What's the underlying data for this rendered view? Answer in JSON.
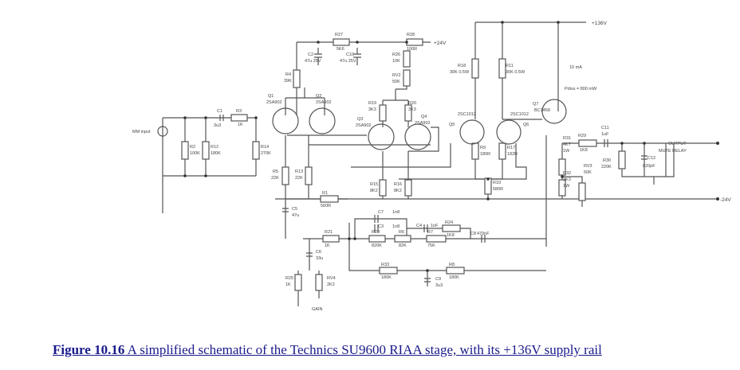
{
  "document": {
    "top_text_fragment": "",
    "figure": {
      "number_label": "Figure 10.16",
      "caption": " A simplified schematic of the Technics SU9600 RIAA stage, with its +136V supply rail"
    }
  },
  "schematic": {
    "title": "Technics SU9600 RIAA stage",
    "rails": {
      "high": "+136V",
      "pos": "+24V",
      "neg": "-24V"
    },
    "input_label": "MM input",
    "output_label": "OUTPUT",
    "mute_label": "MUTE RELAY",
    "gain_label": "GAIN",
    "current_label": "10 mA",
    "pdiss_label": "Pdiss = 800 mW",
    "components": {
      "C1": {
        "ref": "C1",
        "value": "3u3"
      },
      "R3": {
        "ref": "R3",
        "value": "1K"
      },
      "R2": {
        "ref": "R2",
        "value": "100K"
      },
      "R12": {
        "ref": "R12",
        "value": "180K"
      },
      "R14": {
        "ref": "R14",
        "value": "270K"
      },
      "Q1": {
        "ref": "Q1",
        "value": "2SA902"
      },
      "Q2": {
        "ref": "Q2",
        "value": "2SA902"
      },
      "Q3": {
        "ref": "Q3",
        "value": "2SA902"
      },
      "Q4": {
        "ref": "Q4",
        "value": "2SA902"
      },
      "Q5": {
        "ref": "Q5",
        "value": "2SC1012"
      },
      "Q6": {
        "ref": "Q6",
        "value": "2SC1012"
      },
      "Q7": {
        "ref": "Q7",
        "value": "BC1458"
      },
      "R4": {
        "ref": "R4",
        "value": "39K"
      },
      "C2": {
        "ref": "C2",
        "value": "47u 25V"
      },
      "R27": {
        "ref": "R27",
        "value": "5K6"
      },
      "C10": {
        "ref": "C10",
        "value": "47u 25V"
      },
      "R28": {
        "ref": "R28",
        "value": "100R"
      },
      "R26": {
        "ref": "R26",
        "value": "10K"
      },
      "RV2": {
        "ref": "RV2",
        "value": "50K"
      },
      "R19": {
        "ref": "R19",
        "value": "3K3"
      },
      "R20": {
        "ref": "R20",
        "value": "3K3"
      },
      "R18": {
        "ref": "R18",
        "value": "30K 0.5W"
      },
      "R11": {
        "ref": "R11",
        "value": "30K 0.5W"
      },
      "R9": {
        "ref": "R9",
        "value": "180R"
      },
      "R17": {
        "ref": "R17",
        "value": "182R"
      },
      "R10": {
        "ref": "R10",
        "value": "680R"
      },
      "R5": {
        "ref": "R5",
        "value": "22K"
      },
      "R13": {
        "ref": "R13",
        "value": "22K"
      },
      "R1": {
        "ref": "R1",
        "value": "560R"
      },
      "C5": {
        "ref": "C5",
        "value": "47u"
      },
      "R15": {
        "ref": "R15",
        "value": "8K2"
      },
      "R16": {
        "ref": "R16",
        "value": "8K2"
      },
      "C7": {
        "ref": "C7",
        "value": "1n8"
      },
      "C3": {
        "ref": "C3",
        "value": "1n8"
      },
      "C4": {
        "ref": "C4",
        "value": "1nF"
      },
      "R24": {
        "ref": "R24",
        "value": "1K8"
      },
      "R23": {
        "ref": "R23",
        "value": "820K"
      },
      "R6": {
        "ref": "R6",
        "value": "82K"
      },
      "R7": {
        "ref": "R7",
        "value": "75K"
      },
      "C8": {
        "ref": "C8",
        "value": "470nF"
      },
      "R21": {
        "ref": "R21",
        "value": "1K"
      },
      "C6": {
        "ref": "C6",
        "value": "33u"
      },
      "R25": {
        "ref": "R25",
        "value": "1K"
      },
      "RV4": {
        "ref": "RV4",
        "value": "2K2"
      },
      "R33": {
        "ref": "R33",
        "value": "180K"
      },
      "R8": {
        "ref": "R8",
        "value": "180K"
      },
      "C9": {
        "ref": "C9",
        "value": "3u3"
      },
      "R29": {
        "ref": "R29",
        "value": "1K8"
      },
      "C11": {
        "ref": "C11",
        "value": "1uF"
      },
      "R30": {
        "ref": "R30",
        "value": "220K"
      },
      "C12": {
        "ref": "C12",
        "value": "820pF"
      },
      "R31": {
        "ref": "R31",
        "value": "4K7"
      },
      "R31W": {
        "value": "1W"
      },
      "R32": {
        "ref": "R32",
        "value": "3K3"
      },
      "R32W": {
        "value": "1W"
      },
      "RV3": {
        "ref": "RV3",
        "value": "50K"
      }
    }
  }
}
